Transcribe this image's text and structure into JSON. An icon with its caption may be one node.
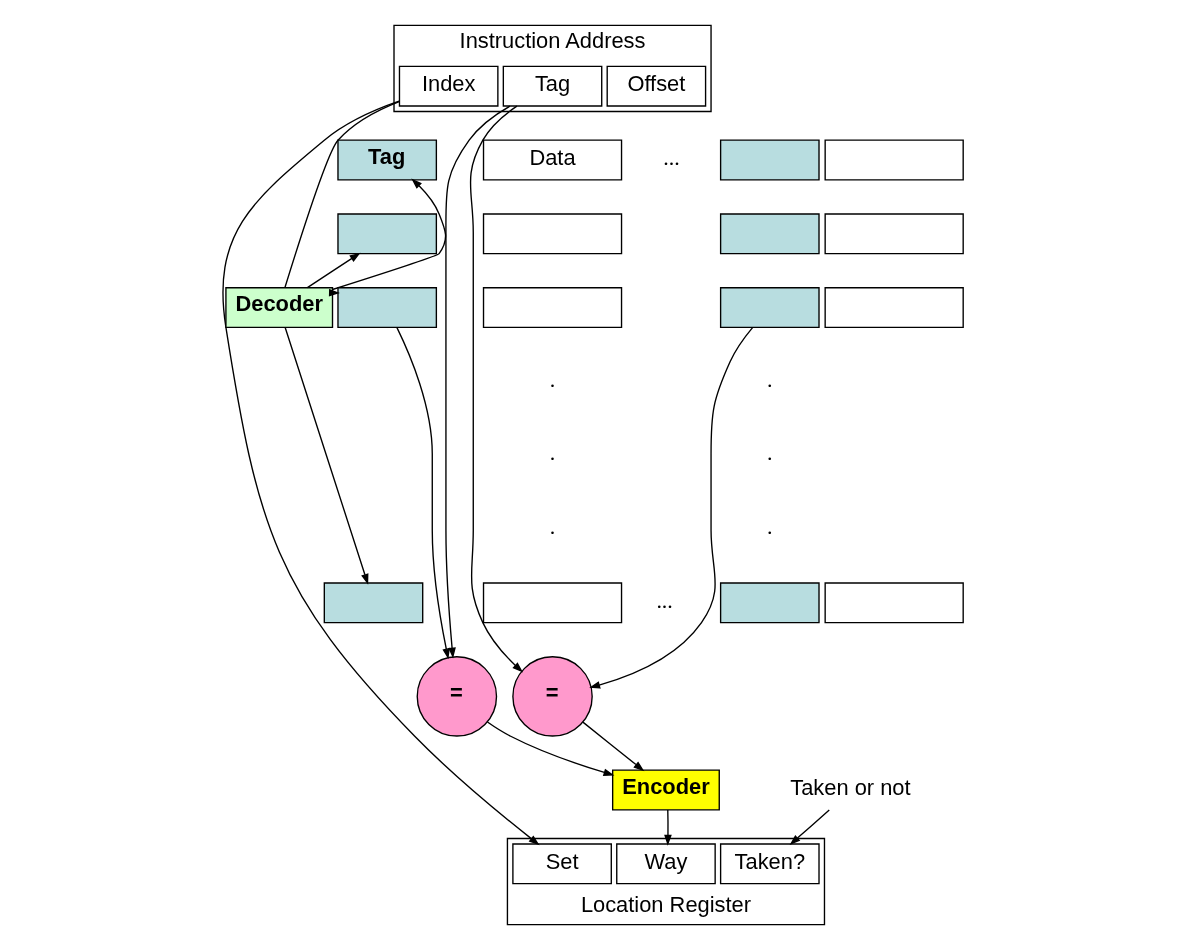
{
  "diagram": {
    "nodes": [
      {
        "text": [
          "Instruction Address"
        ]
      },
      {
        "text": [
          "Index"
        ],
        "in": 0
      },
      {
        "text": [
          "Tag"
        ],
        "in": 0
      },
      {
        "text": [
          "Offset"
        ],
        "in": 0
      },
      {
        "text": [
          "Decoder"
        ]
      },
      {
        "text": [
          "Tag"
        ]
      },
      {
        "text": [
          "Data"
        ]
      },
      {
        "text": [],
        "shape": "box"
      },
      {
        "text": [],
        "shape": "box"
      },
      {
        "text": [],
        "shape": "box"
      },
      {
        "text": [],
        "shape": "box"
      },
      {
        "text": [],
        "shape": "box"
      },
      {
        "text": [],
        "shape": "box"
      },
      {
        "text": [],
        "shape": "box"
      },
      {
        "text": [],
        "shape": "box"
      },
      {
        "text": [],
        "shape": "box"
      },
      {
        "text": [],
        "shape": "box"
      },
      {
        "text": [],
        "shape": "box"
      },
      {
        "text": [],
        "shape": "box"
      },
      {
        "text": [],
        "shape": "box"
      },
      {
        "text": [],
        "shape": "box"
      },
      {
        "text": [
          "="
        ]
      },
      {
        "text": [
          "="
        ]
      },
      {
        "text": [
          "Encoder"
        ]
      },
      {
        "text": [
          "Location Register"
        ]
      },
      {
        "text": [
          "Set"
        ],
        "in": 24
      },
      {
        "text": [
          "Way"
        ],
        "in": 24
      },
      {
        "text": [
          "Taken?"
        ],
        "in": 24
      },
      {
        "text": [
          "Taken or not"
        ]
      }
    ],
    "edges": [
      {
        "from": 1,
        "to": 4,
        "arrow": "none"
      },
      {
        "from": 1,
        "to": 25,
        "arrow": "to"
      },
      {
        "from": 2,
        "to": 21,
        "arrow": "to"
      },
      {
        "from": 2,
        "to": 22,
        "arrow": "to"
      },
      {
        "from": 4,
        "to": 5,
        "arrow": "to"
      },
      {
        "from": 4,
        "to": 7,
        "arrow": "to"
      },
      {
        "from": 4,
        "to": 9,
        "arrow": "to"
      },
      {
        "from": 4,
        "to": 11,
        "arrow": "to"
      },
      {
        "from": 9,
        "to": 21,
        "arrow": "to"
      },
      {
        "from": 17,
        "to": 22,
        "arrow": "to"
      },
      {
        "from": 21,
        "to": 23,
        "arrow": "to"
      },
      {
        "from": 22,
        "to": 23,
        "arrow": "to"
      },
      {
        "from": 23,
        "to": 26,
        "arrow": "to"
      },
      {
        "from": 28,
        "to": 27,
        "arrow": "to"
      }
    ],
    "labels": [
      "...",
      ".",
      ".",
      ".",
      ".",
      ".",
      ".",
      "..."
    ]
  }
}
